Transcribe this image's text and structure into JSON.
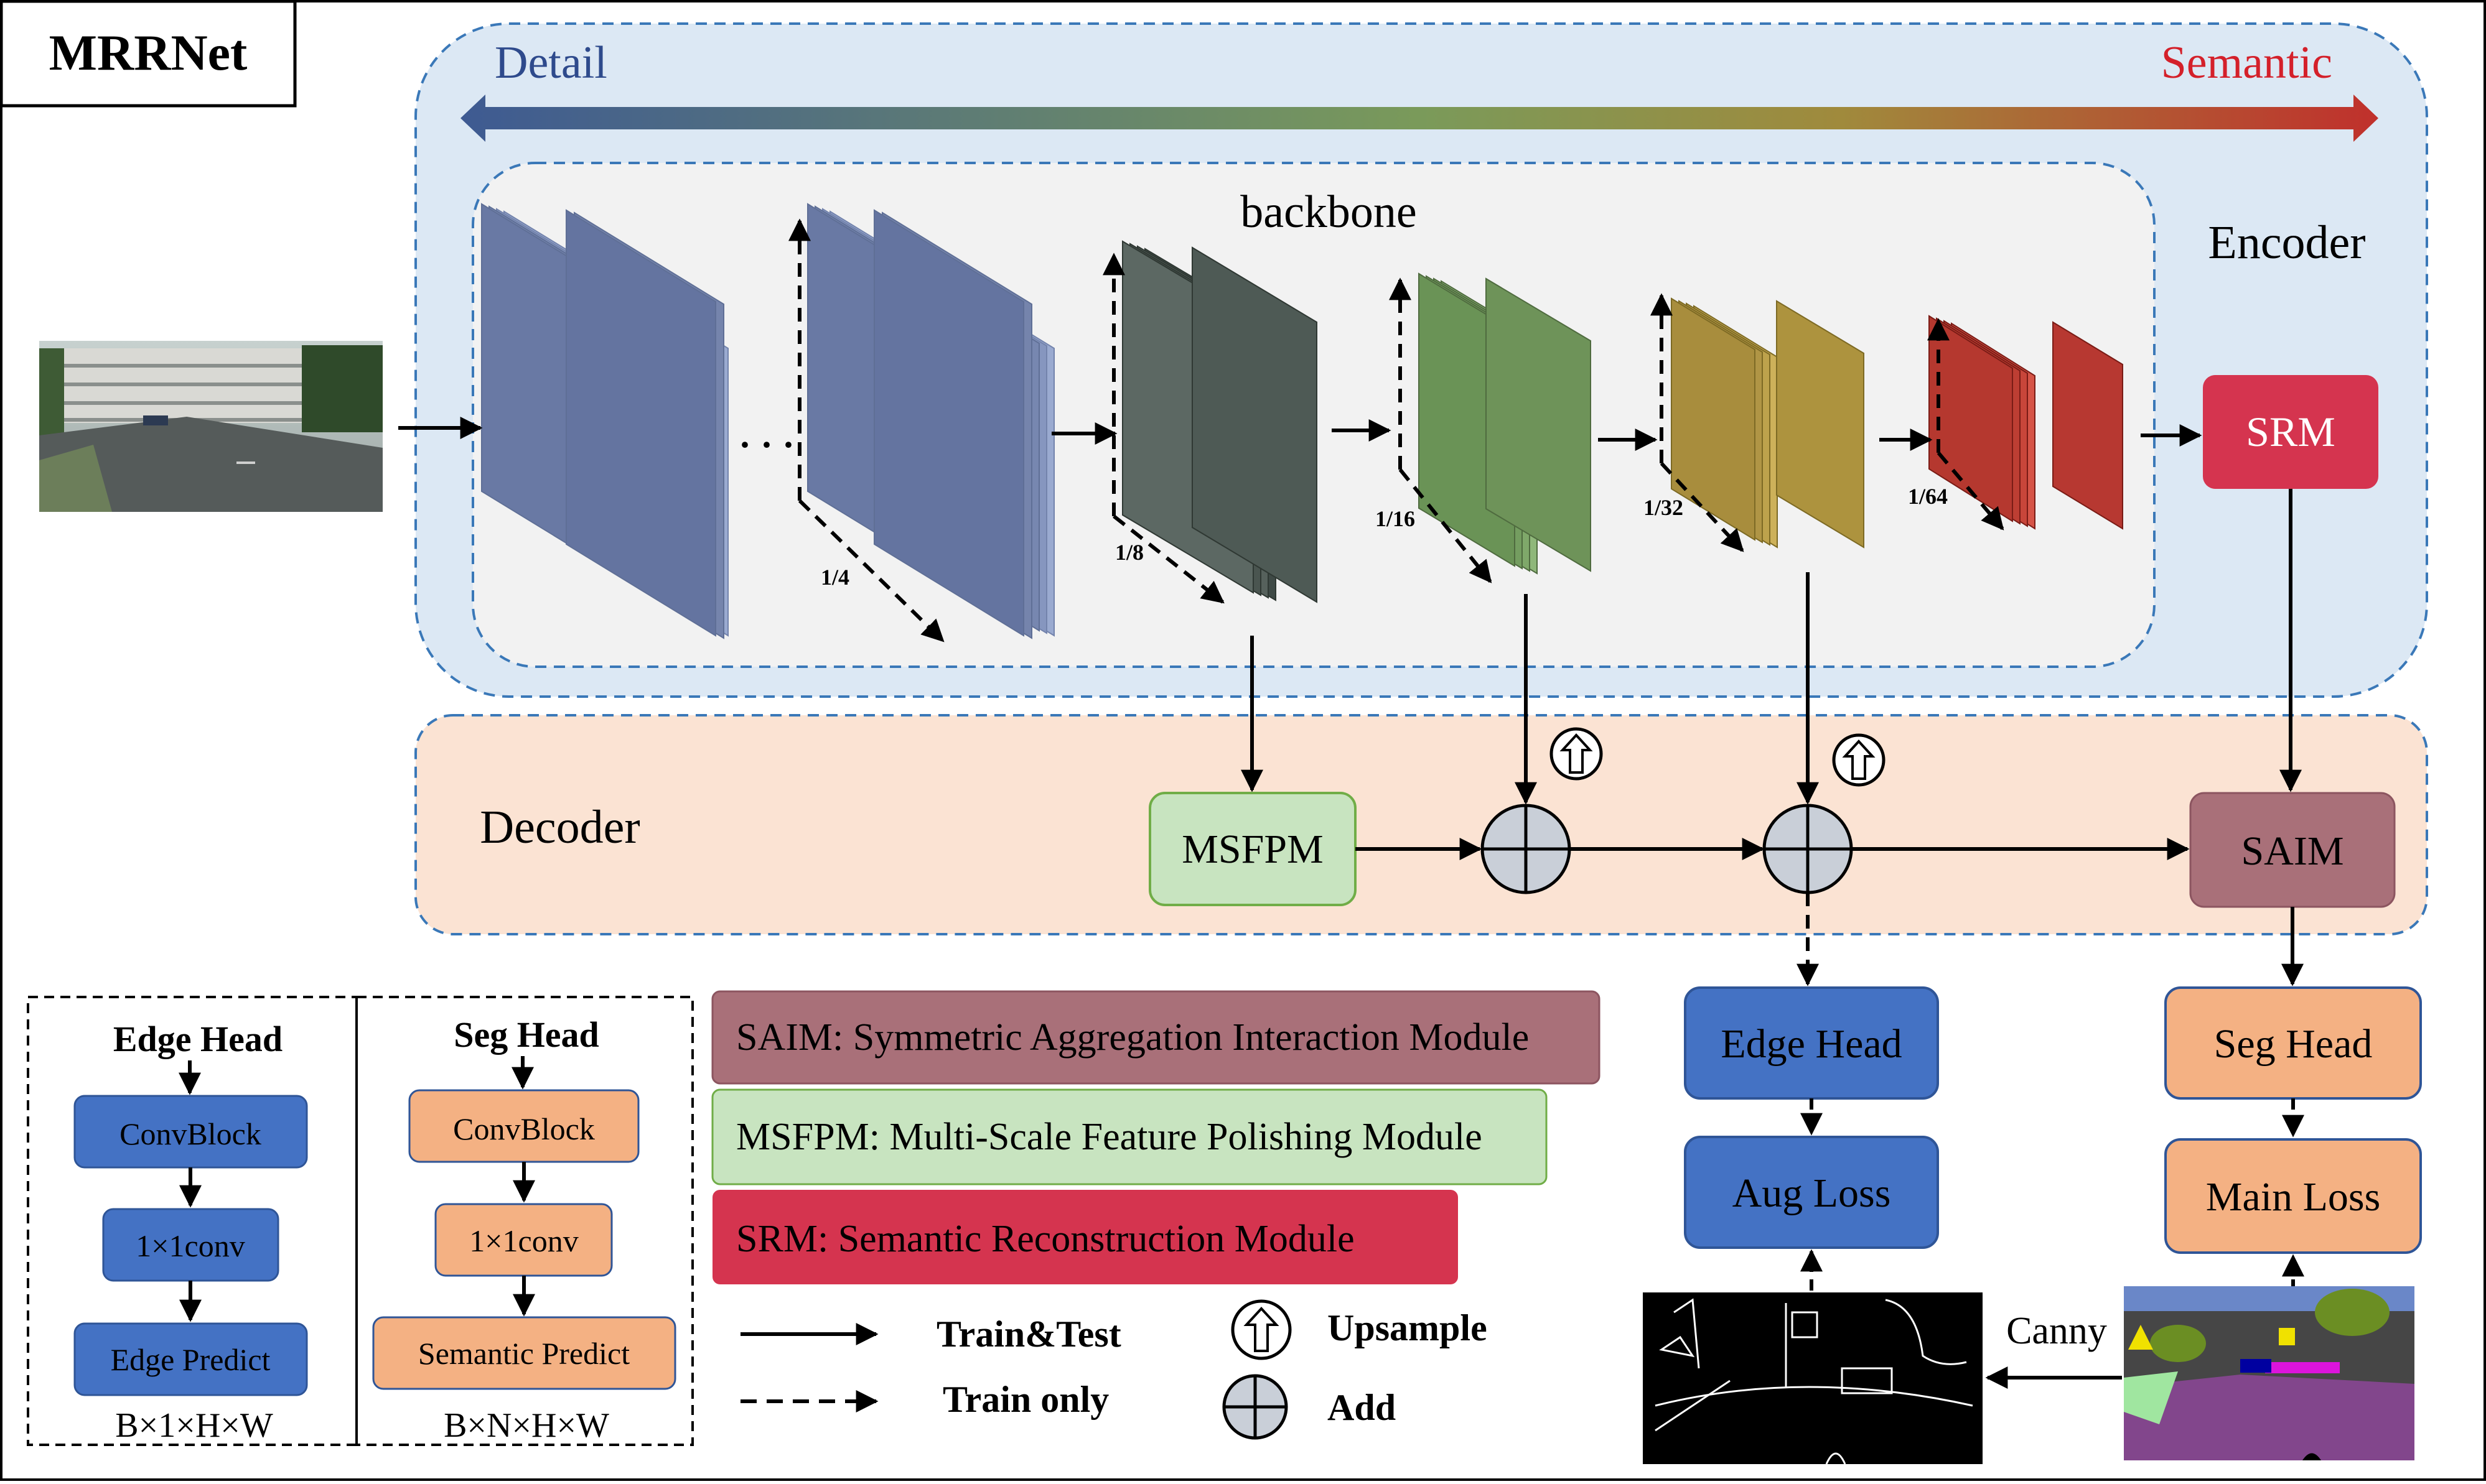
{
  "title": "MRRNet",
  "gradient": {
    "left_label": "Detail",
    "right_label": "Semantic"
  },
  "regions": {
    "backbone": "backbone",
    "encoder": "Encoder",
    "decoder": "Decoder"
  },
  "scales": [
    "1/4",
    "1/8",
    "1/16",
    "1/32",
    "1/64"
  ],
  "modules": {
    "srm": "SRM",
    "msfpm": "MSFPM",
    "saim": "SAIM",
    "edge_head": "Edge Head",
    "seg_head": "Seg Head",
    "aug_loss": "Aug Loss",
    "main_loss": "Main Loss"
  },
  "canny_label": "Canny",
  "legend": {
    "saim": "SAIM: Symmetric Aggregation Interaction Module",
    "msfpm": "MSFPM: Multi-Scale Feature Polishing Module",
    "srm": "SRM:  Semantic Reconstruction Module",
    "train_test": "Train&Test",
    "train_only": "Train only",
    "upsample": "Upsample",
    "add": "Add"
  },
  "edge_head_detail": {
    "title": "Edge Head",
    "blocks": [
      "ConvBlock",
      "1×1conv",
      "Edge Predict"
    ],
    "shape": "B×1×H×W"
  },
  "seg_head_detail": {
    "title": "Seg Head",
    "blocks": [
      "ConvBlock",
      "1×1conv",
      "Semantic Predict"
    ],
    "shape": "B×N×H×W"
  },
  "colors": {
    "detail": "#2e4a8c",
    "semantic": "#d4202a",
    "encoder_bg": "#dce8f4",
    "decoder_bg": "#fbe3d3",
    "backbone_bg": "#f2f2f2",
    "srm": "#d5344f",
    "msfpm": "#c8e4c0",
    "saim": "#a97079",
    "edge": "#3f6fd0",
    "seg": "#f4b183",
    "stage1": "#64739a",
    "stage2": "#4a5752",
    "stage3": "#6e9359",
    "stage4": "#ad933e",
    "stage5": "#b73831"
  }
}
